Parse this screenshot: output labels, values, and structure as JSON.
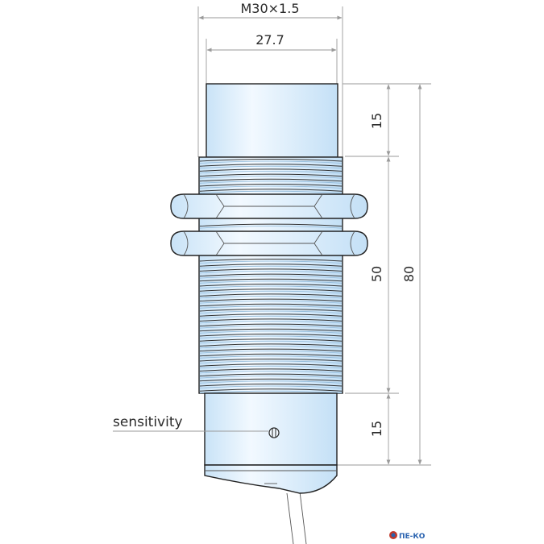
{
  "dimensions": {
    "thread": "M30×1.5",
    "width": "27.7",
    "top_length": "15",
    "thread_length": "50",
    "total_length": "80",
    "bottom_length": "15"
  },
  "labels": {
    "sensitivity": "sensitivity"
  },
  "logo": {
    "text": "ПЕ-КО"
  },
  "colors": {
    "body_fill": "#d8ecfb",
    "body_highlight": "#f2f9ff",
    "outline": "#222222",
    "dimension_line": "#9a9a9a",
    "logo": "#2a63b0"
  }
}
